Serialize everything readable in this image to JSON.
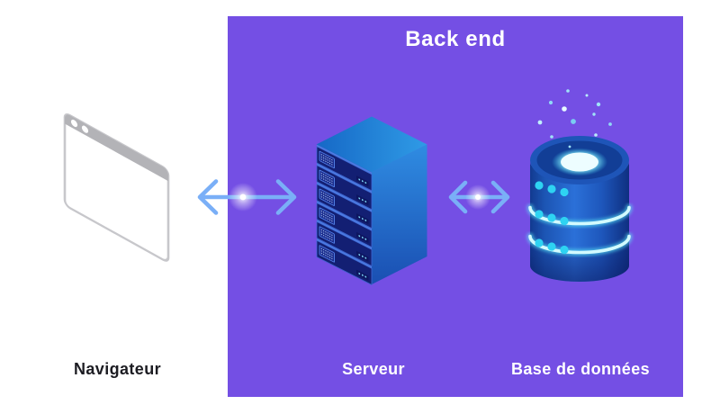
{
  "backend": {
    "title": "Back end",
    "panel_color": "#744FE4"
  },
  "nodes": {
    "browser": {
      "label": "Navigateur",
      "icon": "browser-window-icon",
      "label_color": "#1C1C22",
      "location": "outside-panel"
    },
    "server": {
      "label": "Serveur",
      "icon": "server-tower-icon",
      "label_color": "#FFFFFF",
      "location": "inside-panel"
    },
    "database": {
      "label": "Base de données",
      "icon": "database-cylinder-icon",
      "label_color": "#FFFFFF",
      "location": "inside-panel"
    }
  },
  "connections": [
    {
      "from": "browser",
      "to": "server",
      "type": "bidirectional-arrow",
      "icon": "double-headed-arrow-icon",
      "color": "#7AAFF7",
      "glow": "white-spark"
    },
    {
      "from": "server",
      "to": "database",
      "type": "bidirectional-arrow",
      "icon": "double-headed-arrow-icon",
      "color": "#7AAFF7",
      "glow": "white-spark"
    }
  ],
  "colors": {
    "background": "#FFFFFF",
    "panel_purple": "#744FE4",
    "arrow_blue": "#7AAFF7",
    "server_front_navy": "#131F73",
    "server_side_blue": "#2F8CE2",
    "database_blue": "#2B70D8",
    "glow_cyan": "#5CE7F8",
    "browser_gray": "#B3B3B7"
  }
}
